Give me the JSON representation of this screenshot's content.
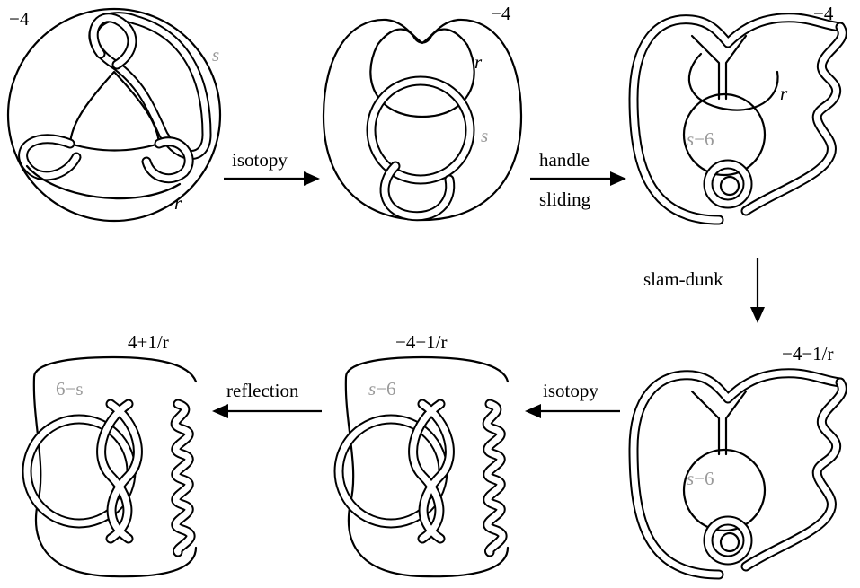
{
  "panels": [
    {
      "id": "p1",
      "framing": "-4",
      "components": [
        "s",
        "r"
      ]
    },
    {
      "id": "p2",
      "framing": "-4",
      "components": [
        "r",
        "s"
      ]
    },
    {
      "id": "p3",
      "framing": "-4",
      "components": [
        "r",
        "s",
        "-6"
      ]
    },
    {
      "id": "p4",
      "framing": "-4",
      "minus_one_over": "-1/",
      "r": "r",
      "s_label": "s",
      "s_suffix": "-6"
    },
    {
      "id": "p5",
      "framing": "-4",
      "minus_one_over": "-1/",
      "r": "r",
      "s_label": "s",
      "s_suffix": "-6"
    },
    {
      "id": "p6",
      "framing": "4+1/",
      "r": "r",
      "s_prefix": "6-",
      "s_label": "s"
    }
  ],
  "labels": {
    "p1_framing": "−4",
    "p1_s": "s",
    "p1_r": "r",
    "p2_framing": "−4",
    "p2_r": "r",
    "p2_s": "s",
    "p3_framing": "−4",
    "p3_r": "r",
    "p3_s": "s",
    "p3_s_suffix": "−6",
    "p4_framing_prefix": "−4−1/",
    "p4_framing_r": "r",
    "p4_s": "s",
    "p4_s_suffix": "−6",
    "p5_framing_prefix": "−4−1/",
    "p5_framing_r": "r",
    "p5_s": "s",
    "p5_s_suffix": "−6",
    "p6_framing_prefix": "4+1/",
    "p6_framing_r": "r",
    "p6_s_prefix": "6−",
    "p6_s": "s"
  },
  "arrows": {
    "isotopy_1": "isotopy",
    "handle_line1": "handle",
    "handle_line2": "sliding",
    "slam_dunk": "slam-dunk",
    "isotopy_2": "isotopy",
    "reflection": "reflection"
  }
}
